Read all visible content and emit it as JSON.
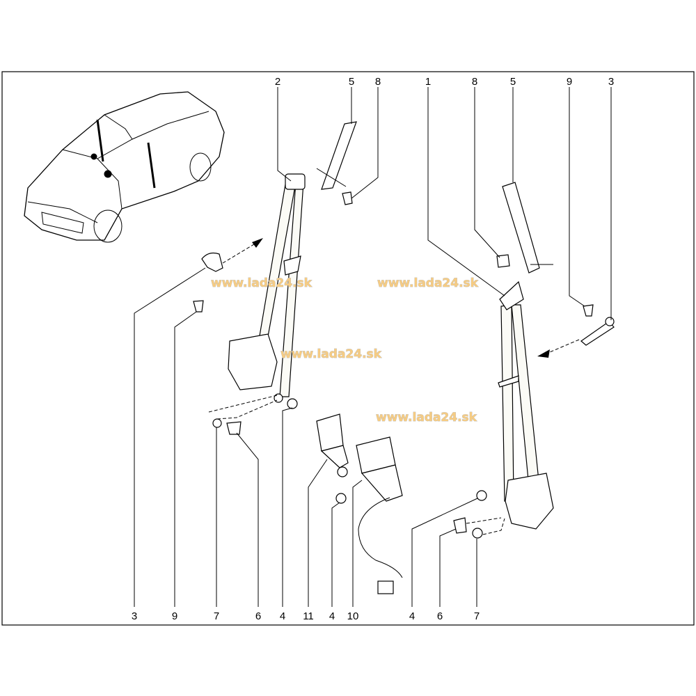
{
  "diagram": {
    "title": "Seat belts parts diagram",
    "callouts_top": [
      "2",
      "5",
      "8",
      "1",
      "8",
      "5",
      "9",
      "3"
    ],
    "callouts_bottom": [
      "3",
      "9",
      "7",
      "6",
      "4",
      "11",
      "4",
      "10",
      "4",
      "6",
      "7"
    ],
    "watermark": "www.lada24.sk",
    "colors": {
      "watermark_fill": "#f7cc82",
      "watermark_outline": "#b9b9b9",
      "line": "#000000"
    }
  }
}
